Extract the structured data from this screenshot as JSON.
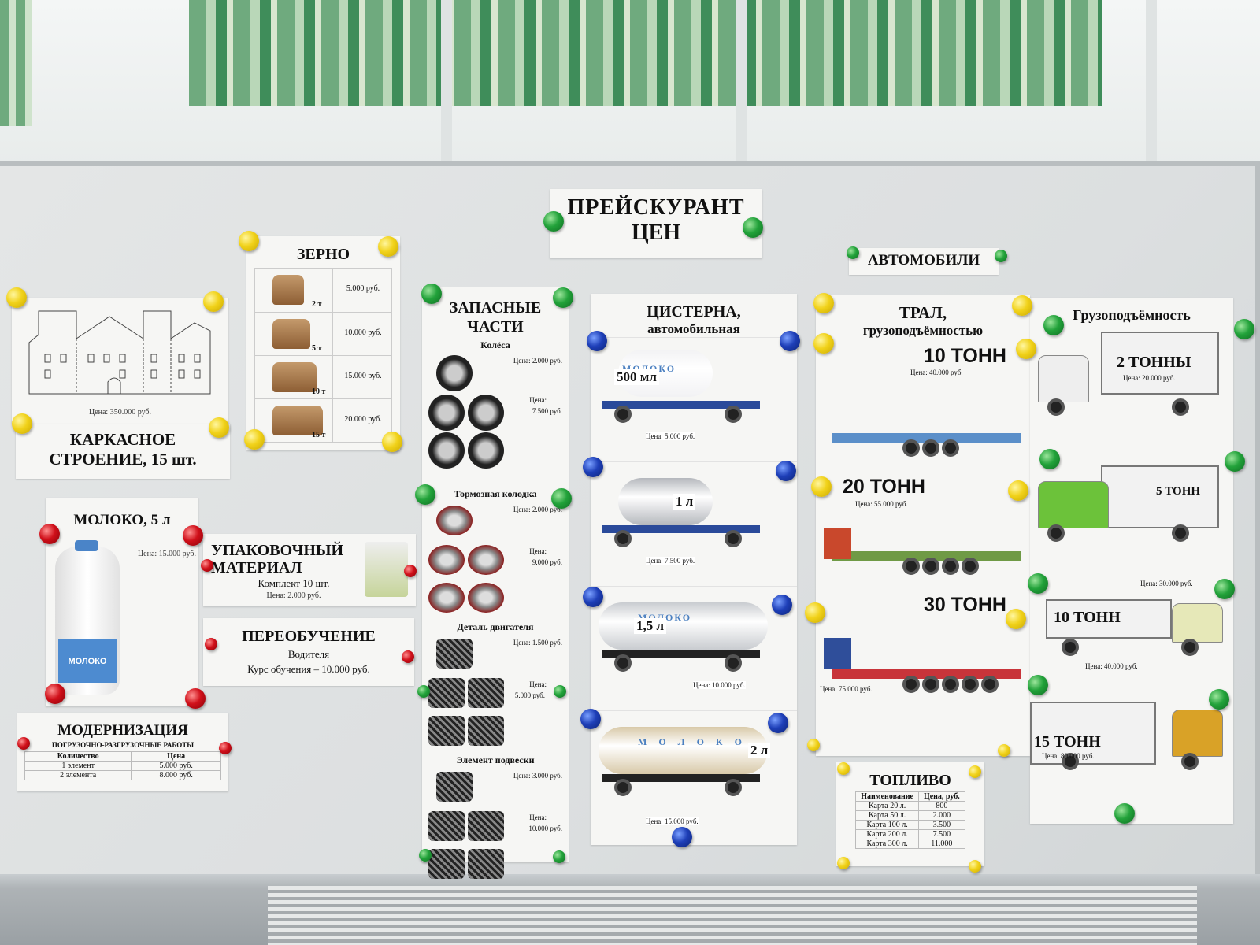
{
  "title": {
    "line1": "ПРЕЙСКУРАНТ",
    "line2": "ЦЕН"
  },
  "autos_label": "АВТОМОБИЛИ",
  "karkas": {
    "price": "Цена: 350.000 руб.",
    "title_line1": "КАРКАСНОЕ",
    "title_line2": "СТРОЕНИЕ, 15 шт."
  },
  "zerno": {
    "title": "ЗЕРНО",
    "rows": [
      {
        "qty": "2 т",
        "price": "5.000 руб."
      },
      {
        "qty": "5 т",
        "price": "10.000 руб."
      },
      {
        "qty": "10 т",
        "price": "15.000 руб."
      },
      {
        "qty": "15 т",
        "price": "20.000 руб."
      }
    ]
  },
  "moloko": {
    "title": "МОЛОКО, 5 л",
    "price": "Цена: 15.000 руб.",
    "label": "МОЛОКО"
  },
  "upak": {
    "title_line1": "УПАКОВОЧНЫЙ",
    "title_line2": "МАТЕРИАЛ",
    "subtitle": "Комплект 10 шт.",
    "price": "Цена: 2.000 руб."
  },
  "pereob": {
    "title": "ПЕРЕОБУЧЕНИЕ",
    "subtitle": "Водителя",
    "price": "Курс обучения – 10.000 руб."
  },
  "modern": {
    "title": "МОДЕРНИЗАЦИЯ",
    "subtitle": "ПОГРУЗОЧНО-РАЗГРУЗОЧНЫЕ РАБОТЫ",
    "headers": [
      "Количество",
      "Цена"
    ],
    "rows": [
      [
        "1 элемент",
        "5.000 руб."
      ],
      [
        "2 элемента",
        "8.000 руб."
      ]
    ]
  },
  "parts": {
    "title_line1": "ЗАПАСНЫЕ",
    "title_line2": "ЧАСТИ",
    "sections": [
      {
        "name": "Колёса",
        "price1": "Цена: 2.000 руб.",
        "price4_label": "Цена:",
        "price4": "7.500 руб."
      },
      {
        "name": "Тормозная колодка",
        "price1": "Цена: 2.000 руб.",
        "price4_label": "Цена:",
        "price4": "9.000 руб."
      },
      {
        "name": "Деталь двигателя",
        "price1": "Цена: 1.500 руб.",
        "price4_label": "Цена:",
        "price4": "5.000 руб."
      },
      {
        "name": "Элемент подвески",
        "price1": "Цена: 3.000 руб.",
        "price4_label": "Цена:",
        "price4": "10.000 руб."
      }
    ]
  },
  "tanker": {
    "title_line1": "ЦИСТЕРНА,",
    "title_line2": "автомобильная",
    "items": [
      {
        "volume": "500 мл",
        "price": "Цена: 5.000 руб.",
        "tank_text": "МОЛОКО"
      },
      {
        "volume": "1 л",
        "price": "Цена: 7.500 руб."
      },
      {
        "volume": "1,5 л",
        "price": "Цена: 10.000 руб.",
        "tank_text": "МОЛОКО"
      },
      {
        "volume": "2 л",
        "price": "Цена: 15.000 руб.",
        "tank_text": "М О Л О К О"
      }
    ]
  },
  "tral": {
    "title_line1": "ТРАЛ,",
    "title_line2": "грузоподъёмностью",
    "items": [
      {
        "capacity": "10 ТОНН",
        "price": "Цена: 40.000 руб.",
        "color": "#5b8fc9"
      },
      {
        "capacity": "20 ТОНН",
        "price": "Цена: 55.000 руб.",
        "color": "#6f9a45"
      },
      {
        "capacity": "30 ТОНН",
        "price": "Цена: 75.000 руб.",
        "color": "#c8343a"
      }
    ]
  },
  "fuel": {
    "title": "ТОПЛИВО",
    "headers": [
      "Наименование",
      "Цена, руб."
    ],
    "rows": [
      [
        "Карта 20 л.",
        "800"
      ],
      [
        "Карта 50 л.",
        "2.000"
      ],
      [
        "Карта 100 л.",
        "3.500"
      ],
      [
        "Карта 200 л.",
        "7.500"
      ],
      [
        "Карта 300 л.",
        "11.000"
      ]
    ]
  },
  "trucks": {
    "title": "Грузоподъёмность",
    "items": [
      {
        "capacity": "2 ТОННЫ",
        "price": "Цена: 20.000 руб.",
        "cab": "#eeeeee"
      },
      {
        "capacity": "5 ТОНН",
        "price": "Цена: 30.000 руб.",
        "cab": "#6cc23a"
      },
      {
        "capacity": "10 ТОНН",
        "price": "Цена: 40.000 руб.",
        "cab": "#e6e8b8"
      },
      {
        "capacity": "15 ТОНН",
        "price": "Цена: 80.000 руб.",
        "cab": "#d9a227"
      }
    ]
  }
}
